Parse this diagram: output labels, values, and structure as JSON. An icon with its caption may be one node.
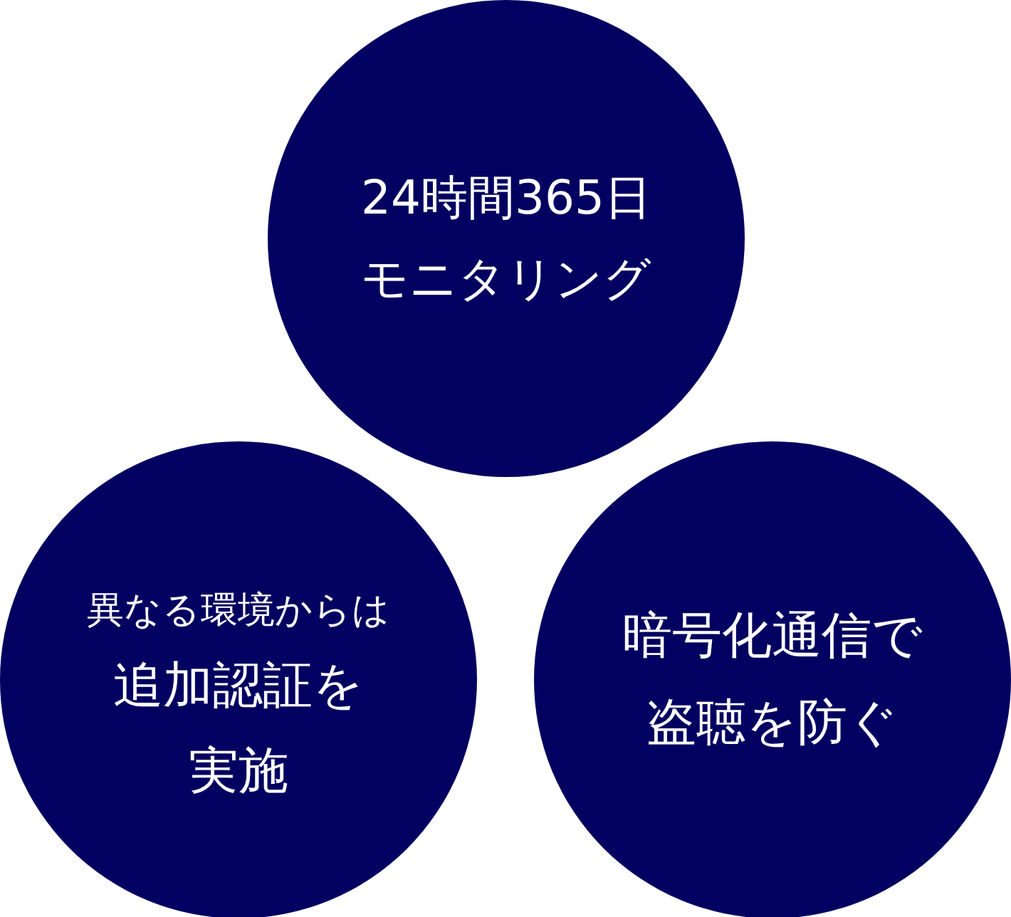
{
  "diagram": {
    "nodes": [
      {
        "text": [
          "24時間365日モニタリング"
        ]
      },
      {
        "text": [
          "異なる環境からは",
          "追加認証を実施"
        ]
      },
      {
        "text": [
          "暗号化通信で盗聴を防ぐ"
        ]
      }
    ]
  }
}
